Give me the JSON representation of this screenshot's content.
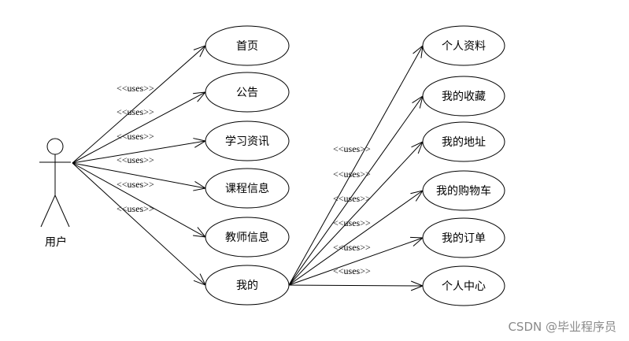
{
  "actor": {
    "label": "用户"
  },
  "user_use_cases": [
    "首页",
    "公告",
    "学习资讯",
    "课程信息",
    "教师信息",
    "我的"
  ],
  "my_use_cases": [
    "个人资料",
    "我的收藏",
    "我的地址",
    "我的购物车",
    "我的订单",
    "个人中心"
  ],
  "stereotype": "<<uses>>",
  "watermark": "CSDN @毕业程序员"
}
